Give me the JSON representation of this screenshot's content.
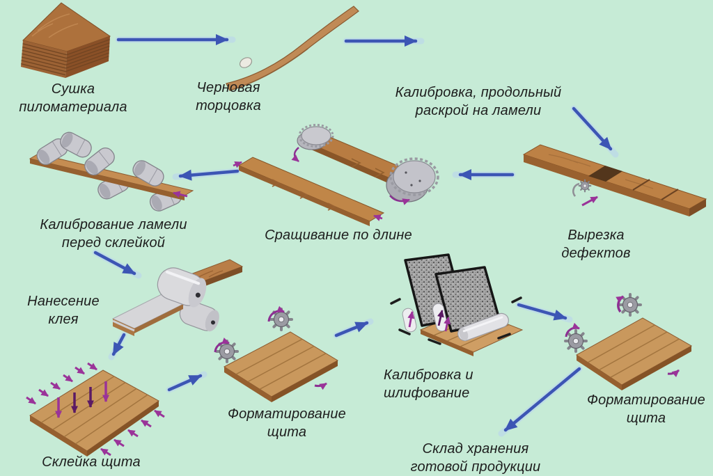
{
  "diagram_title": "",
  "colors": {
    "background": "#c6ebd6",
    "arrow_blue": "#3c55b4",
    "arrow_purple": "#9a3399",
    "arrow_purple_dark": "#5b1a64",
    "text": "#1d1d1d",
    "wood": "#bd8145",
    "wood_panel": "#c9985d",
    "metal": "#c9c9cf"
  },
  "icons": [
    "saw-blade-icon",
    "milling-cutter-icon",
    "pressure-roller-icon",
    "glue-roller-icon",
    "sanding-belt-icon",
    "clamp-pressure-arrows",
    "flow-arrow",
    "knot-icon"
  ],
  "steps": [
    {
      "id": "drying",
      "label": "Сушка\nпиломатериала"
    },
    {
      "id": "rough-trimming",
      "label": "Черновая\nторцовка"
    },
    {
      "id": "calibration-ripping",
      "label": "Калибровка, продольный\nраскрой на ламели"
    },
    {
      "id": "defect-cutting",
      "label": "Вырезка дефектов"
    },
    {
      "id": "length-splicing",
      "label": "Сращивание по длине"
    },
    {
      "id": "lamella-calibration",
      "label": "Калибрование ламели\nперед склейкой"
    },
    {
      "id": "glue-application",
      "label": "Нанесение\nклея"
    },
    {
      "id": "panel-gluing",
      "label": "Склейка щита"
    },
    {
      "id": "panel-formatting-1",
      "label": "Форматирование\nщита"
    },
    {
      "id": "calibration-sanding",
      "label": "Калибровка и\nшлифование"
    },
    {
      "id": "panel-formatting-2",
      "label": "Форматирование\nщита"
    },
    {
      "id": "warehouse",
      "label": "Склад хранения\nготовой продукции"
    }
  ],
  "flow": [
    {
      "from": "drying",
      "to": "rough-trimming"
    },
    {
      "from": "rough-trimming",
      "to": "calibration-ripping"
    },
    {
      "from": "calibration-ripping",
      "to": "defect-cutting"
    },
    {
      "from": "defect-cutting",
      "to": "length-splicing"
    },
    {
      "from": "length-splicing",
      "to": "lamella-calibration"
    },
    {
      "from": "lamella-calibration",
      "to": "glue-application"
    },
    {
      "from": "glue-application",
      "to": "panel-gluing"
    },
    {
      "from": "panel-gluing",
      "to": "panel-formatting-1"
    },
    {
      "from": "panel-formatting-1",
      "to": "calibration-sanding"
    },
    {
      "from": "calibration-sanding",
      "to": "panel-formatting-2"
    },
    {
      "from": "panel-formatting-2",
      "to": "warehouse"
    }
  ]
}
